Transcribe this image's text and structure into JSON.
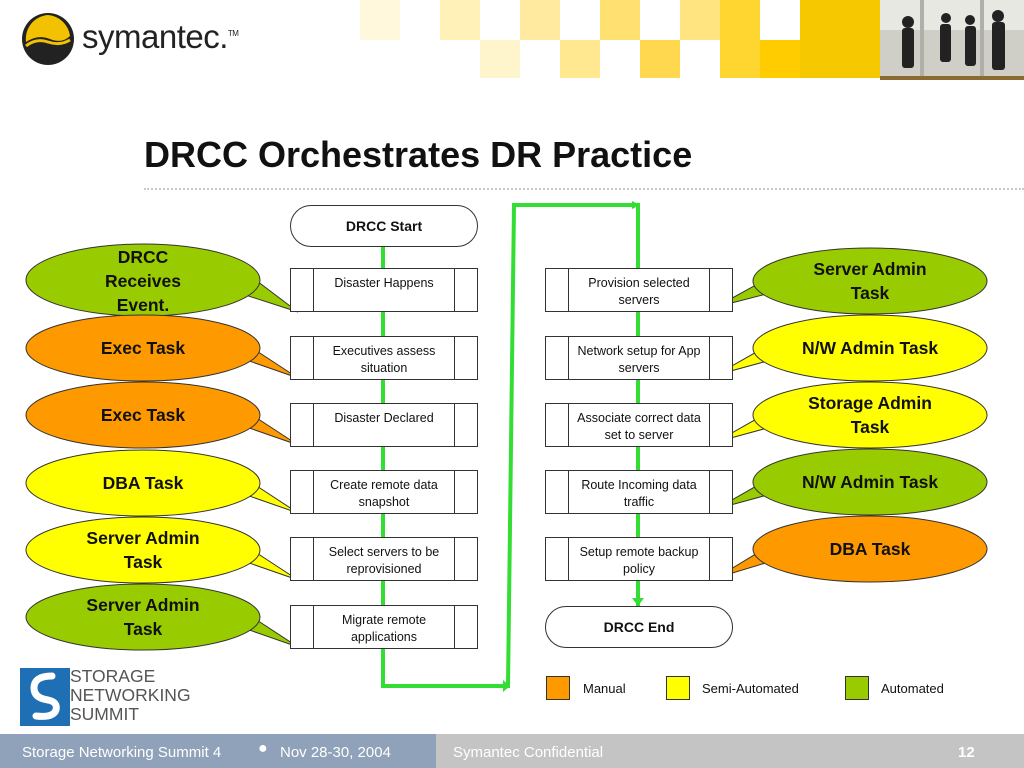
{
  "brand": {
    "name": "symantec.",
    "tm": "TM"
  },
  "title": "DRCC Orchestrates DR Practice",
  "flow": {
    "start": "DRCC Start",
    "end": "DRCC End",
    "left_steps": [
      {
        "label": "Disaster Happens",
        "callout": "DRCC Receives Event.",
        "type": "Automated"
      },
      {
        "label": "Executives assess situation",
        "callout": "Exec Task",
        "type": "Manual"
      },
      {
        "label": "Disaster Declared",
        "callout": "Exec Task",
        "type": "Manual"
      },
      {
        "label": "Create remote data snapshot",
        "callout": "DBA Task",
        "type": "Semi-Automated"
      },
      {
        "label": "Select servers to be reprovisioned",
        "callout": "Server Admin Task",
        "type": "Semi-Automated"
      },
      {
        "label": "Migrate remote applications",
        "callout": "Server Admin Task",
        "type": "Automated"
      }
    ],
    "right_steps": [
      {
        "label": "Provision selected servers",
        "callout": "Server Admin Task",
        "type": "Automated"
      },
      {
        "label": "Network setup for App servers",
        "callout": "N/W Admin Task",
        "type": "Semi-Automated"
      },
      {
        "label": "Associate correct data set to server",
        "callout": "Storage Admin Task",
        "type": "Semi-Automated"
      },
      {
        "label": "Route  Incoming data traffic",
        "callout": "N/W Admin Task",
        "type": "Automated"
      },
      {
        "label": "Setup remote backup policy",
        "callout": "DBA Task",
        "type": "Manual"
      }
    ]
  },
  "legend": [
    {
      "label": "Manual",
      "color": "#ff9900"
    },
    {
      "label": "Semi-Automated",
      "color": "#ffff00"
    },
    {
      "label": "Automated",
      "color": "#99cc00"
    }
  ],
  "colors": {
    "connector": "#33dd33",
    "manual": "#ff9900",
    "semi": "#ffff00",
    "auto": "#99cc00"
  },
  "sns_logo": {
    "line1": "STORAGE",
    "line2": "NETWORKING",
    "line3": "SUMMIT"
  },
  "footer": {
    "event": "Storage Networking Summit 4",
    "date": "Nov 28-30, 2004",
    "confidential": "Symantec Confidential",
    "page": "12"
  }
}
